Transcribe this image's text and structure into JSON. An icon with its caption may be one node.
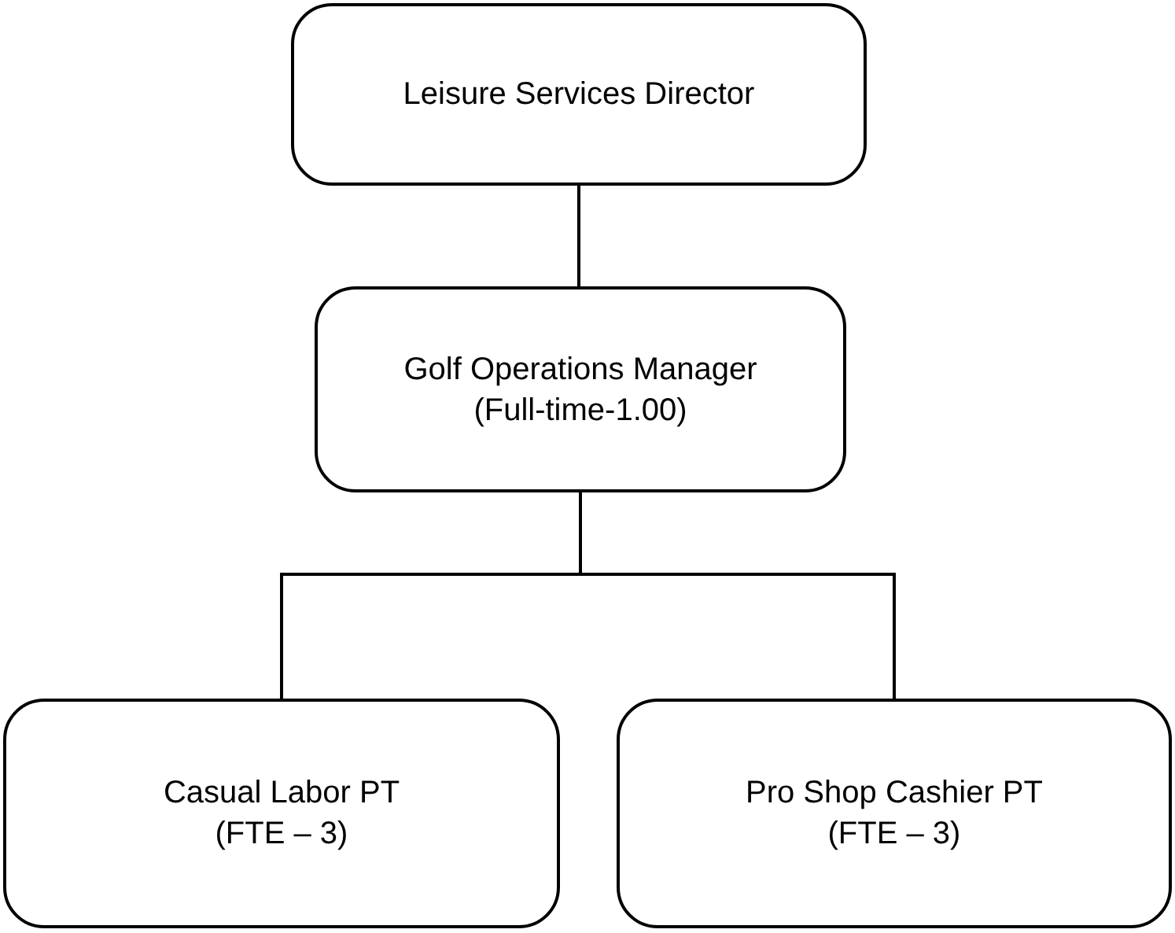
{
  "diagram": {
    "nodes": [
      {
        "text": [
          "Leisure Services Director"
        ]
      },
      {
        "text": [
          "Golf Operations Manager",
          "(Full-time-1.00)"
        ]
      },
      {
        "text": [
          "Casual Labor PT",
          "(FTE – 3)"
        ]
      },
      {
        "text": [
          "Pro Shop Cashier PT",
          "(FTE – 3)"
        ]
      }
    ],
    "edges": [
      {
        "from": 0,
        "to": 1,
        "arrow": "none"
      },
      {
        "from": 1,
        "to": 2,
        "arrow": "none"
      },
      {
        "from": 1,
        "to": 3,
        "arrow": "none"
      }
    ]
  }
}
